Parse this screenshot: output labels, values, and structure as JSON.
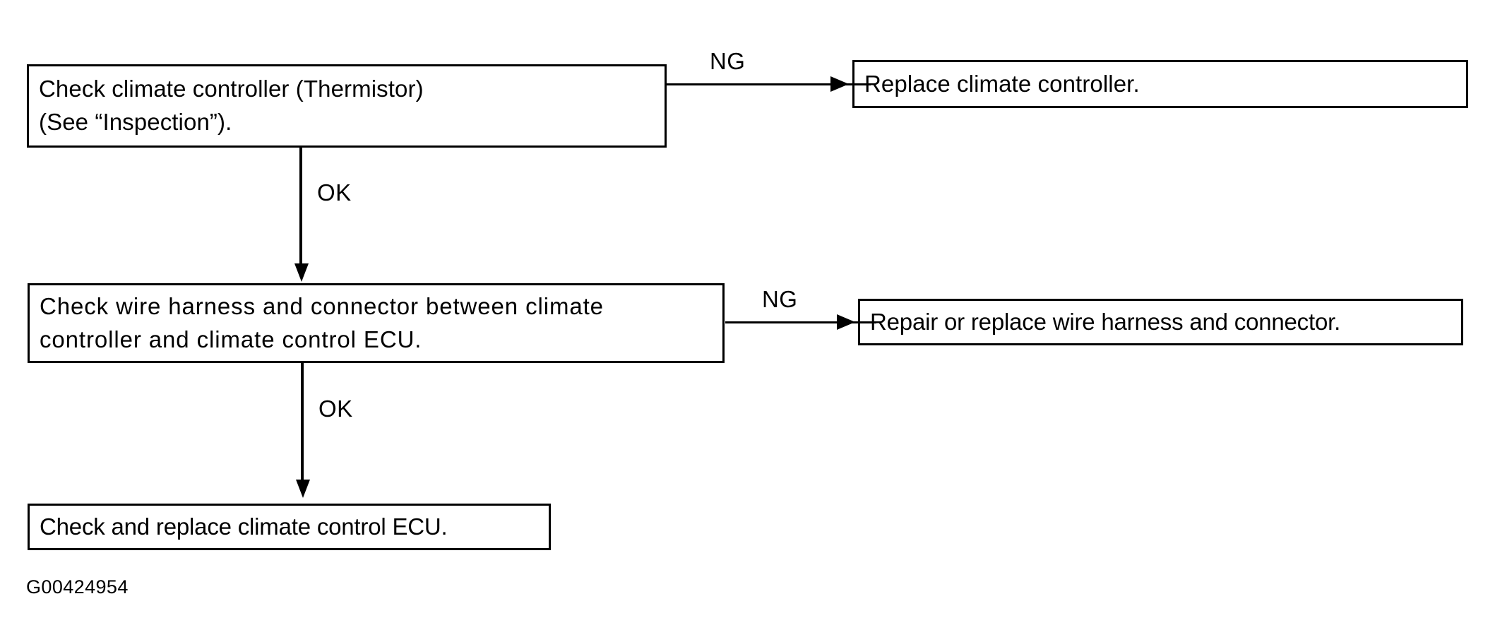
{
  "diagram": {
    "type": "flowchart",
    "title": "Climate controller (Thermistor) troubleshooting flow",
    "figure_code": "G00424954",
    "colors": {
      "background": "#ffffff",
      "ink": "#000000"
    },
    "nodes": [
      {
        "id": "check-controller",
        "lines": [
          "Check climate controller (Thermistor)",
          "(See “Inspection”)."
        ]
      },
      {
        "id": "replace-controller",
        "lines": [
          "Replace climate controller."
        ]
      },
      {
        "id": "check-harness",
        "lines": [
          "Check wire harness and connector between climate",
          "controller and climate control ECU."
        ]
      },
      {
        "id": "repair-harness",
        "lines": [
          "Repair or replace wire harness and connector."
        ]
      },
      {
        "id": "check-ecu",
        "lines": [
          "Check and replace climate control ECU."
        ]
      }
    ],
    "edges": [
      {
        "id": "ng-1",
        "label": "NG",
        "from": "check-controller",
        "to": "replace-controller",
        "direction": "right"
      },
      {
        "id": "ok-1",
        "label": "OK",
        "from": "check-controller",
        "to": "check-harness",
        "direction": "down"
      },
      {
        "id": "ng-2",
        "label": "NG",
        "from": "check-harness",
        "to": "repair-harness",
        "direction": "right"
      },
      {
        "id": "ok-2",
        "label": "OK",
        "from": "check-harness",
        "to": "check-ecu",
        "direction": "down"
      }
    ]
  }
}
